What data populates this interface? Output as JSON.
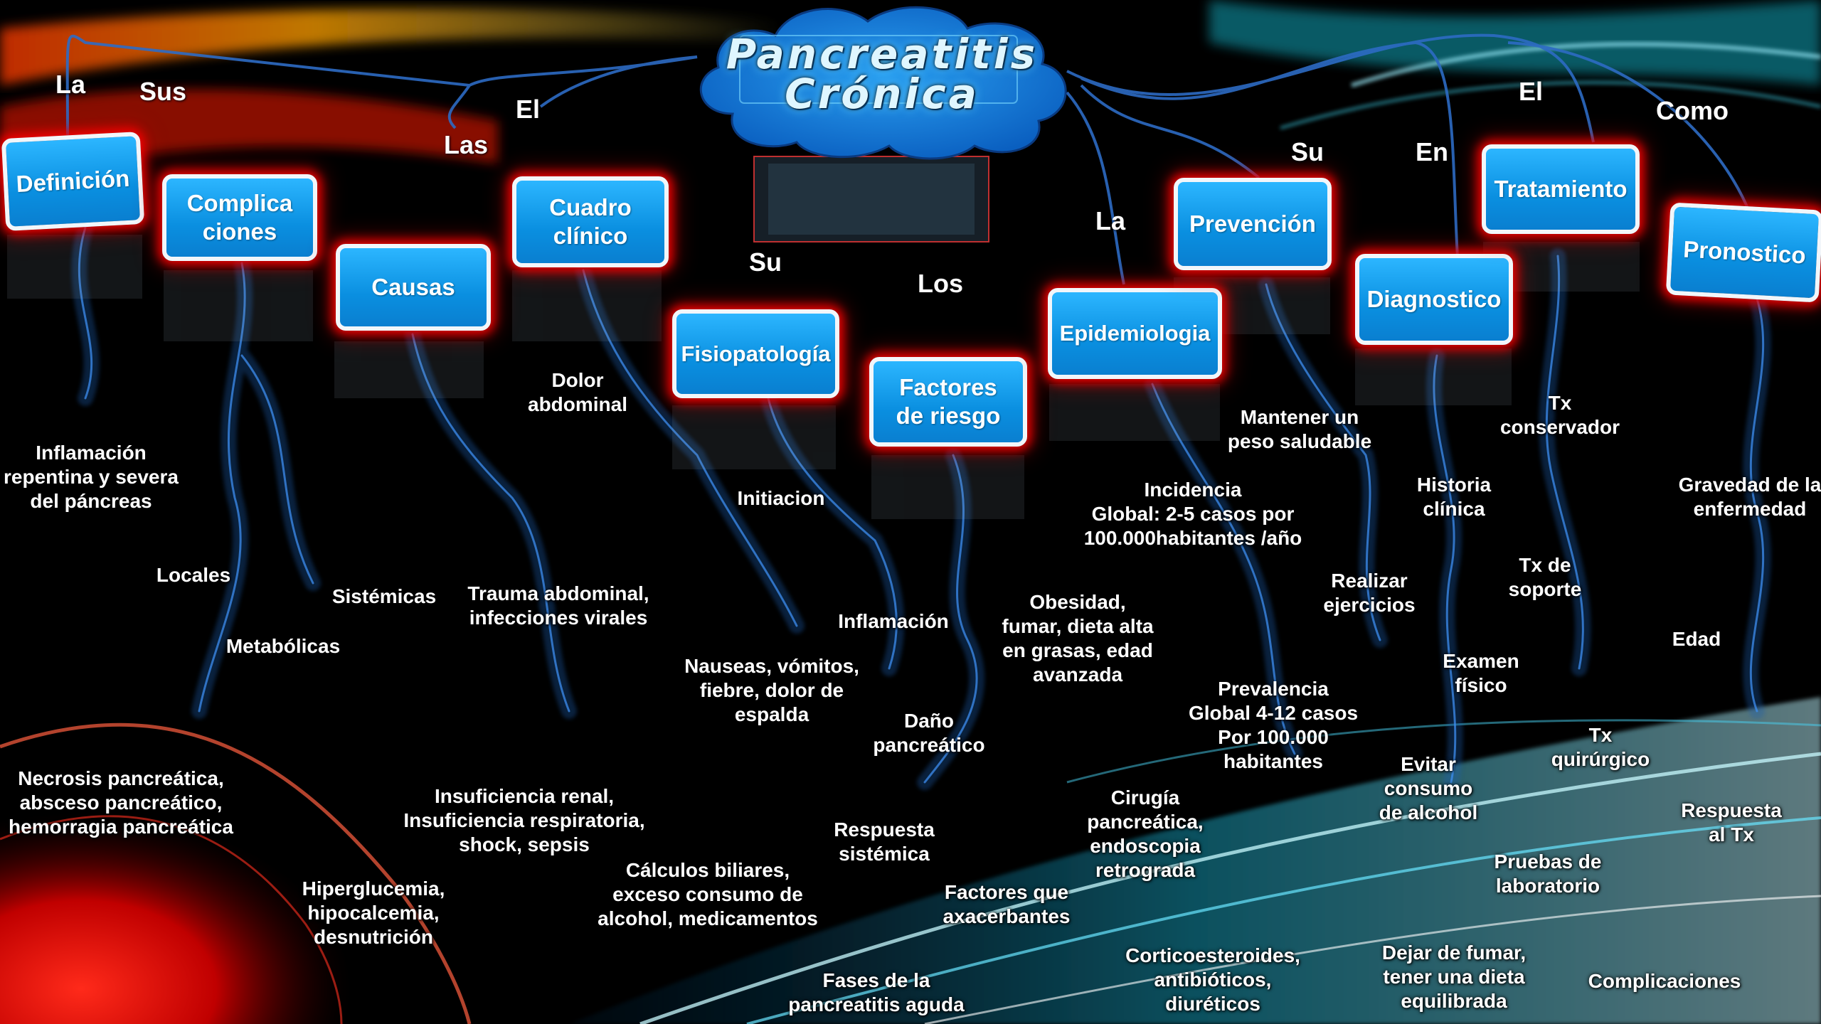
{
  "title": "Pancreatitis Crónica",
  "connectors": {
    "la_definicion": "La",
    "sus": "Sus",
    "las": "Las",
    "el_cuadro": "El",
    "su_fisio": "Su",
    "los": "Los",
    "la_epidemio": "La",
    "su_prevencion": "Su",
    "en": "En",
    "el_tratamiento": "El",
    "como": "Como"
  },
  "nodes": {
    "definicion": "Definición",
    "complicaciones": "Complica\nciones",
    "causas": "Causas",
    "cuadro_clinico": "Cuadro\nclínico",
    "fisiopatologia": "Fisiopatología",
    "factores_riesgo": "Factores\nde riesgo",
    "epidemiologia": "Epidemiologia",
    "prevencion": "Prevención",
    "diagnostico": "Diagnostico",
    "tratamiento": "Tratamiento",
    "pronostico": "Pronostico"
  },
  "leaves": {
    "def_inflamacion": "Inflamación\nrepentina y severa\ndel páncreas",
    "comp_locales": "Locales",
    "comp_metabolicas": "Metabólicas",
    "comp_sistemicas": "Sistémicas",
    "comp_locales_detalle": "Necrosis pancreática,\nabsceso pancreático,\nhemorragia pancreática",
    "comp_metabolicas_detalle": "Hiperglucemia,\nhipocalcemia,\ndesnutrición",
    "comp_sistemicas_detalle": "Insuficiencia renal,\nInsuficiencia respiratoria,\nshock, sepsis",
    "causas_trauma": "Trauma abdominal,\ninfecciones virales",
    "causas_calculos": "Cálculos biliares,\nexceso consumo de\nalcohol, medicamentos",
    "cuadro_dolor": "Dolor\nabdominal",
    "cuadro_nauseas": "Nauseas, vómitos,\nfiebre, dolor de\nespalda",
    "fisio_iniciacion": "Initiacion",
    "fisio_inflamacion": "Inflamación",
    "fisio_dano": "Daño\npancreático",
    "fisio_respuesta": "Respuesta\nsistémica",
    "fisio_fases": "Fases de la\npancreatitis aguda",
    "factores_obesidad": "Obesidad,\nfumar, dieta alta\nen grasas, edad\navanzada",
    "factores_exacerbantes": "Factores que\naxacerbantes",
    "epi_incidencia": "Incidencia\nGlobal: 2-5 casos por\n100.000habitantes /año",
    "epi_prevalencia": "Prevalencia\nGlobal 4-12 casos\nPor 100.000\nhabitantes",
    "prev_peso": "Mantener un\npeso saludable",
    "prev_ejercicios": "Realizar\nejercicios",
    "prev_alcohol": "Evitar\nconsumo\nde alcohol",
    "prev_fumar": "Dejar de fumar,\ntener una dieta\nequilibrada",
    "diag_historia": "Historia\nclínica",
    "diag_examen": "Examen\nfísico",
    "diag_pruebas": "Pruebas de\nlaboratorio",
    "tx_conservador": "Tx\nconservador",
    "tx_soporte": "Tx de\nsoporte",
    "tx_quirurgico": "Tx\nquirúrgico",
    "tx_cirugia": "Cirugía\npancreática,\nendoscopia\nretrograda",
    "tx_corticoides": "Corticoesteroides,\nantibióticos,\ndiuréticos",
    "pron_gravedad": "Gravedad de la\nenfermedad",
    "pron_edad": "Edad",
    "pron_respuesta": "Respuesta\nal Tx",
    "pron_complicaciones": "Complicaciones"
  },
  "colors": {
    "background": "#000000",
    "node_fill": "#1aa3f0",
    "node_border": "#f2f6fa",
    "node_glow": "#ff0000",
    "connector_line": "#3a7fd8",
    "accent_red": "#d40000",
    "accent_cyan": "#2fd6f0"
  }
}
